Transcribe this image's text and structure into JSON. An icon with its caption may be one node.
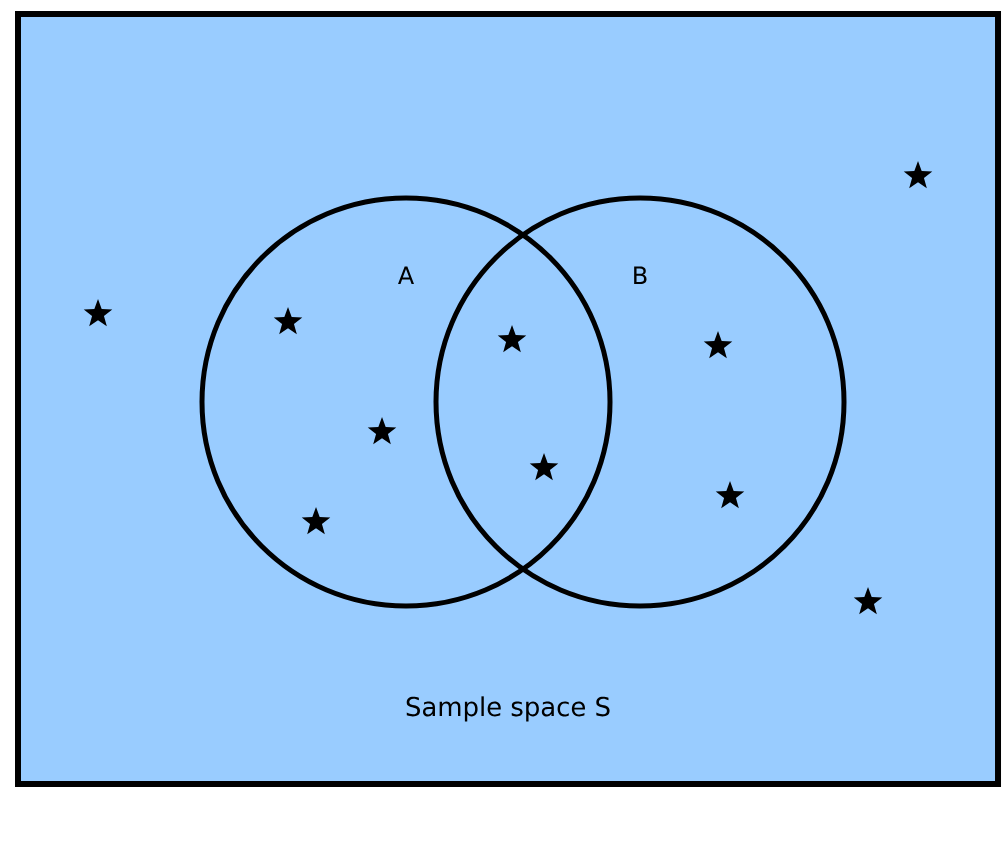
{
  "diagram": {
    "nodes": [
      {
        "text": [
          "Sample space S"
        ]
      },
      {
        "text": [
          "A"
        ],
        "in": 0
      },
      {
        "text": [
          "B"
        ],
        "in": 0
      }
    ]
  }
}
